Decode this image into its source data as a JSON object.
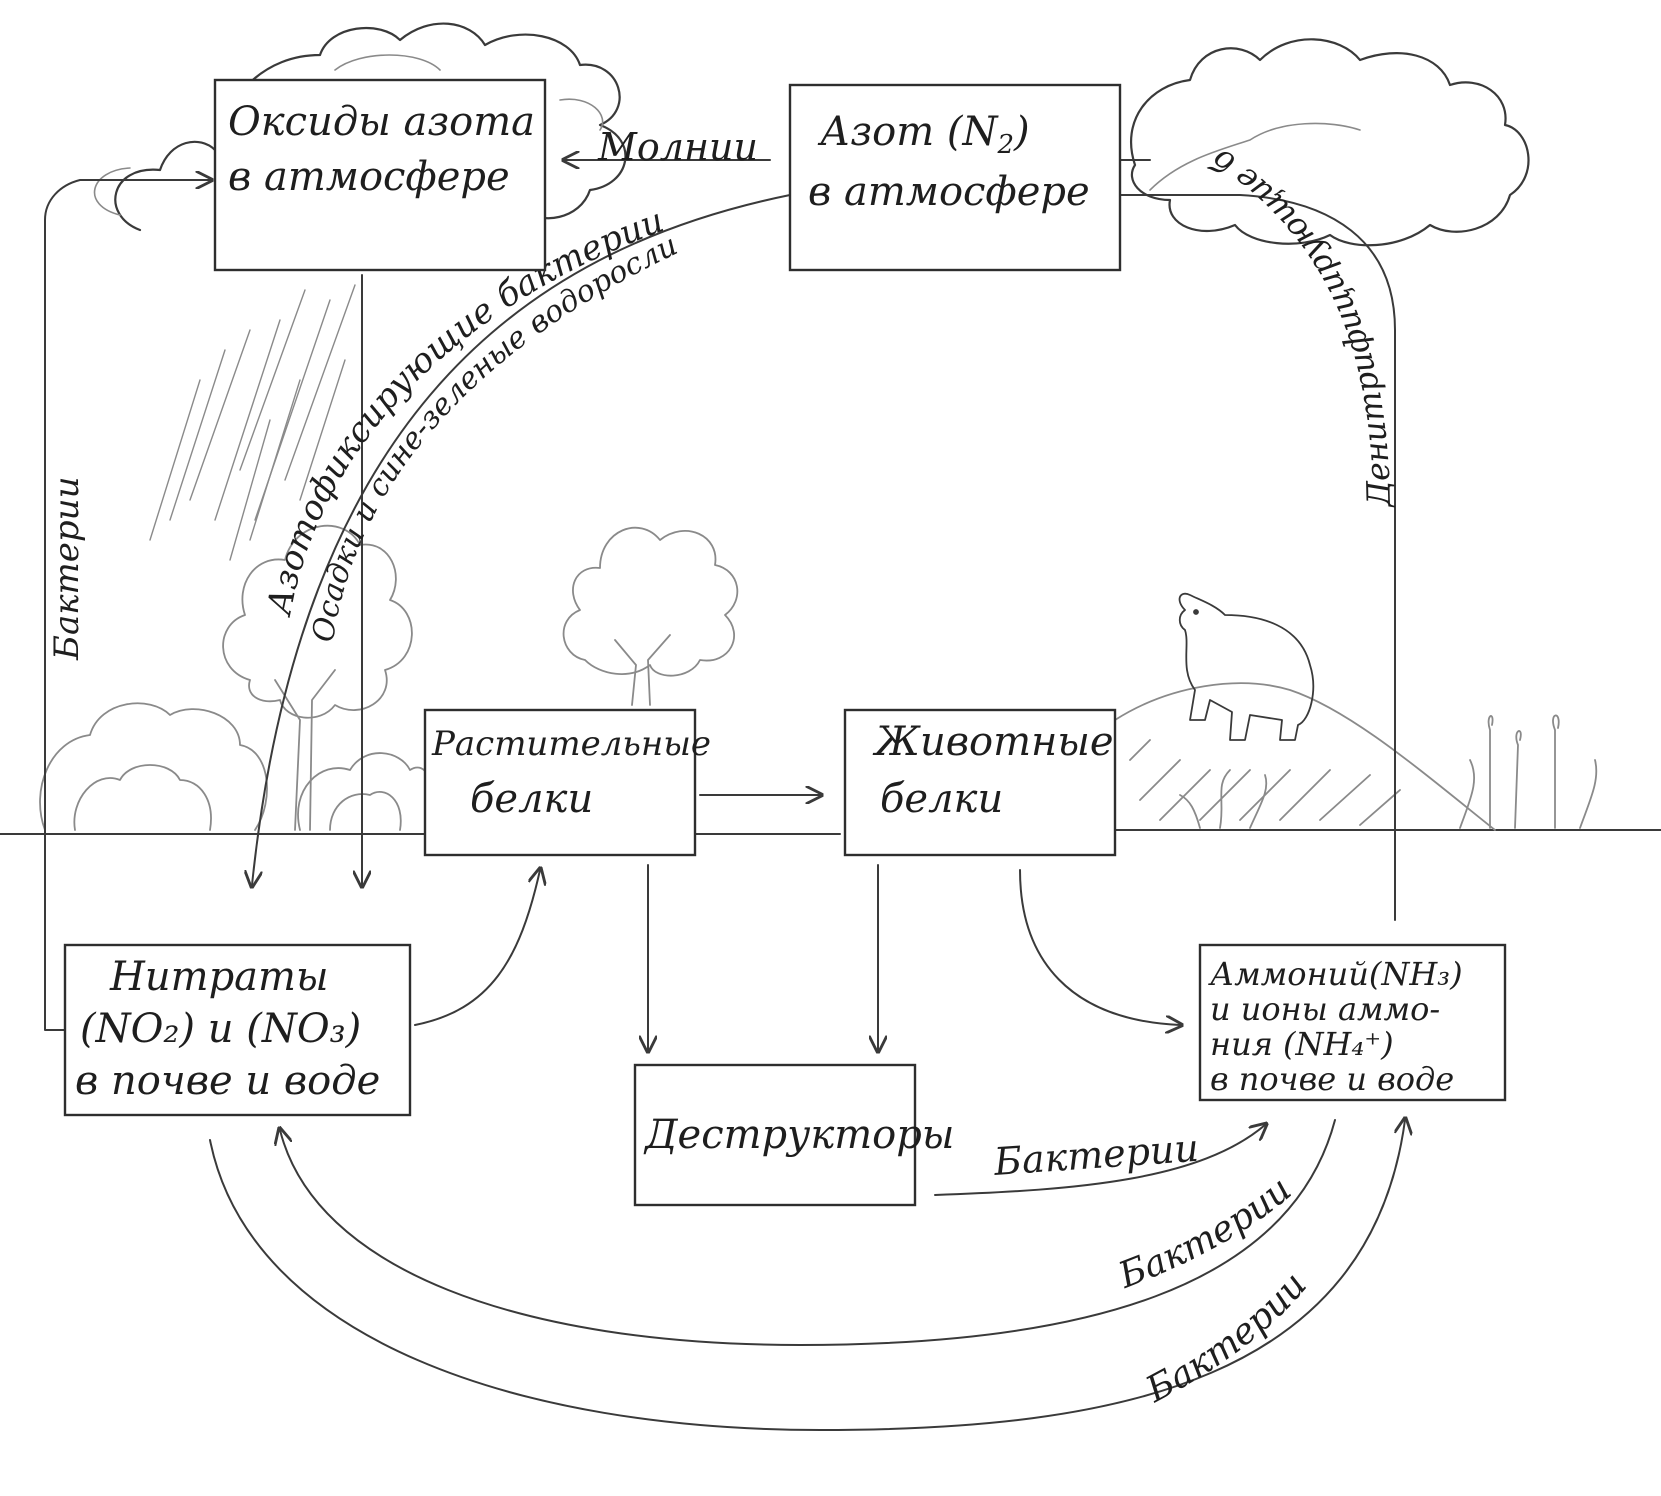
{
  "boxes": {
    "nitrogen_oxides": {
      "line1": "Оксиды азота",
      "line2": "в атмосфере"
    },
    "atmospheric_nitrogen": {
      "line1": "Азот (N",
      "sub": "2",
      "line1_end": ")",
      "line2": "в атмосфере"
    },
    "plant_proteins": {
      "line1": "Растительные",
      "line2": "белки"
    },
    "animal_proteins": {
      "line1": "Животные",
      "line2": "белки"
    },
    "nitrates": {
      "line1": "Нитраты",
      "line2": "(NO₂) и (NO₃)",
      "line3": "в почве и воде"
    },
    "decomposers": {
      "line1": "Деструкторы"
    },
    "ammonium": {
      "line1": "Аммоний(NH₃)",
      "line2": "и ионы аммо-",
      "line3": "ния (NH₄⁺)",
      "line4": "в почве и воде"
    }
  },
  "arrow_labels": {
    "lightning": "Молнии",
    "nitrogen_fixing_bacteria": "Азотофиксирующие бактерии",
    "blue_green_algae": "Осадки и сине-зеленые водоросли",
    "denitrifying_bacteria": "Денитрифицирующие бактерии",
    "bacteria_left": "Бактерии",
    "bacteria_decomposers": "Бактерии",
    "bacteria_cycle_inner": "Бактерии",
    "bacteria_cycle_outer": "Бактерии"
  },
  "colors": {
    "ink": "#2e2e2e",
    "pencil": "#8a8a8a",
    "paper": "#ffffff"
  }
}
